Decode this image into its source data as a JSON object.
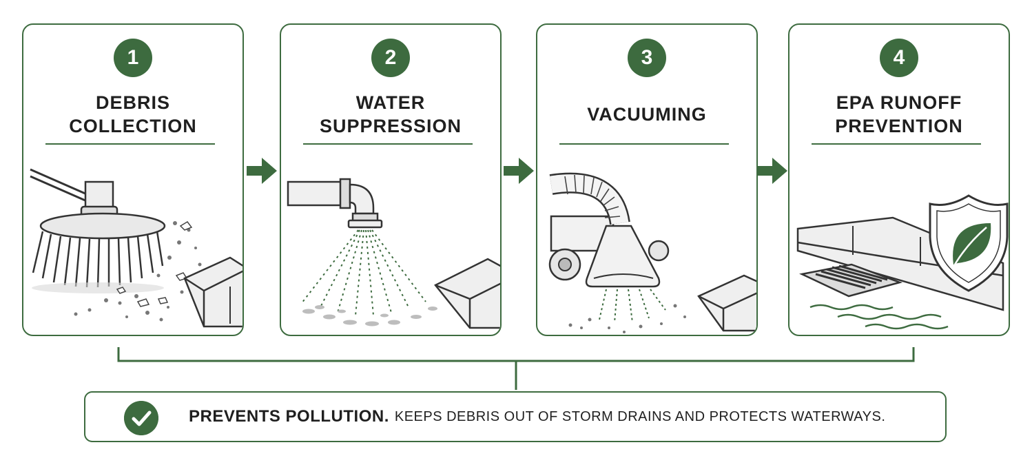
{
  "steps": [
    {
      "number": "1",
      "title_line1": "DEBRIS",
      "title_line2": "COLLECTION"
    },
    {
      "number": "2",
      "title_line1": "WATER",
      "title_line2": "SUPPRESSION"
    },
    {
      "number": "3",
      "title_line1": "VACUUMING",
      "title_line2": ""
    },
    {
      "number": "4",
      "title_line1": "EPA RUNOFF",
      "title_line2": "PREVENTION"
    }
  ],
  "banner": {
    "strong": "PREVENTS POLLUTION.",
    "rest": "KEEPS DEBRIS OUT OF STORM DRAINS AND PROTECTS WATERWAYS."
  },
  "colors": {
    "accent": "#3d6b3f",
    "text": "#1f1f1f"
  },
  "icons": [
    "brush-icon",
    "spray-nozzle-icon",
    "vacuum-hose-icon",
    "shield-leaf-icon",
    "check-icon",
    "arrow-right-icon"
  ]
}
